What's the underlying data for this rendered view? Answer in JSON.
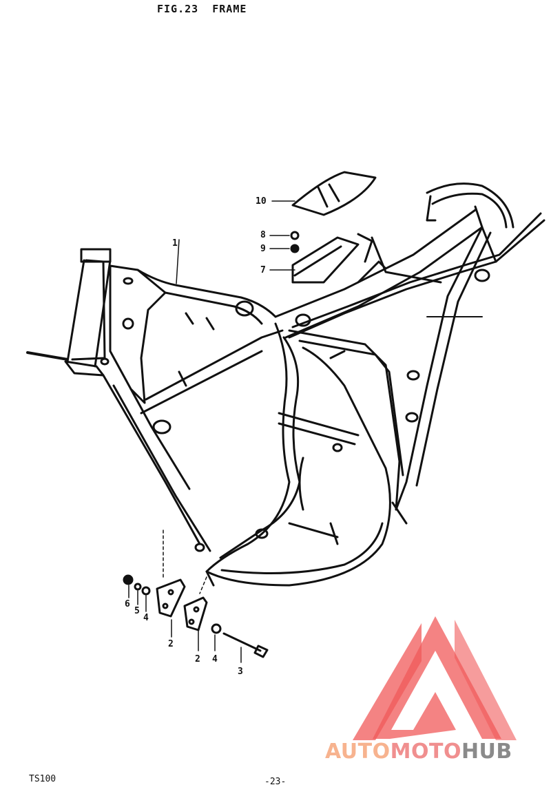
{
  "header": {
    "title": "FIG.23  FRAME"
  },
  "parts": [
    {
      "ref": "1"
    },
    {
      "ref": "2"
    },
    {
      "ref": "2"
    },
    {
      "ref": "3"
    },
    {
      "ref": "4"
    },
    {
      "ref": "4"
    },
    {
      "ref": "5"
    },
    {
      "ref": "6"
    },
    {
      "ref": "7"
    },
    {
      "ref": "8"
    },
    {
      "ref": "9"
    },
    {
      "ref": "10"
    }
  ],
  "footer": {
    "model": "TS100",
    "page": "-23-"
  },
  "watermark": {
    "part1": "AUTO",
    "part2": "MOTO",
    "part3": "HUB",
    "colors": {
      "auto": "#f7b38f",
      "moto": "#f08f8f",
      "hub": "#8a8a8a",
      "logo": "#f05a5a"
    }
  }
}
